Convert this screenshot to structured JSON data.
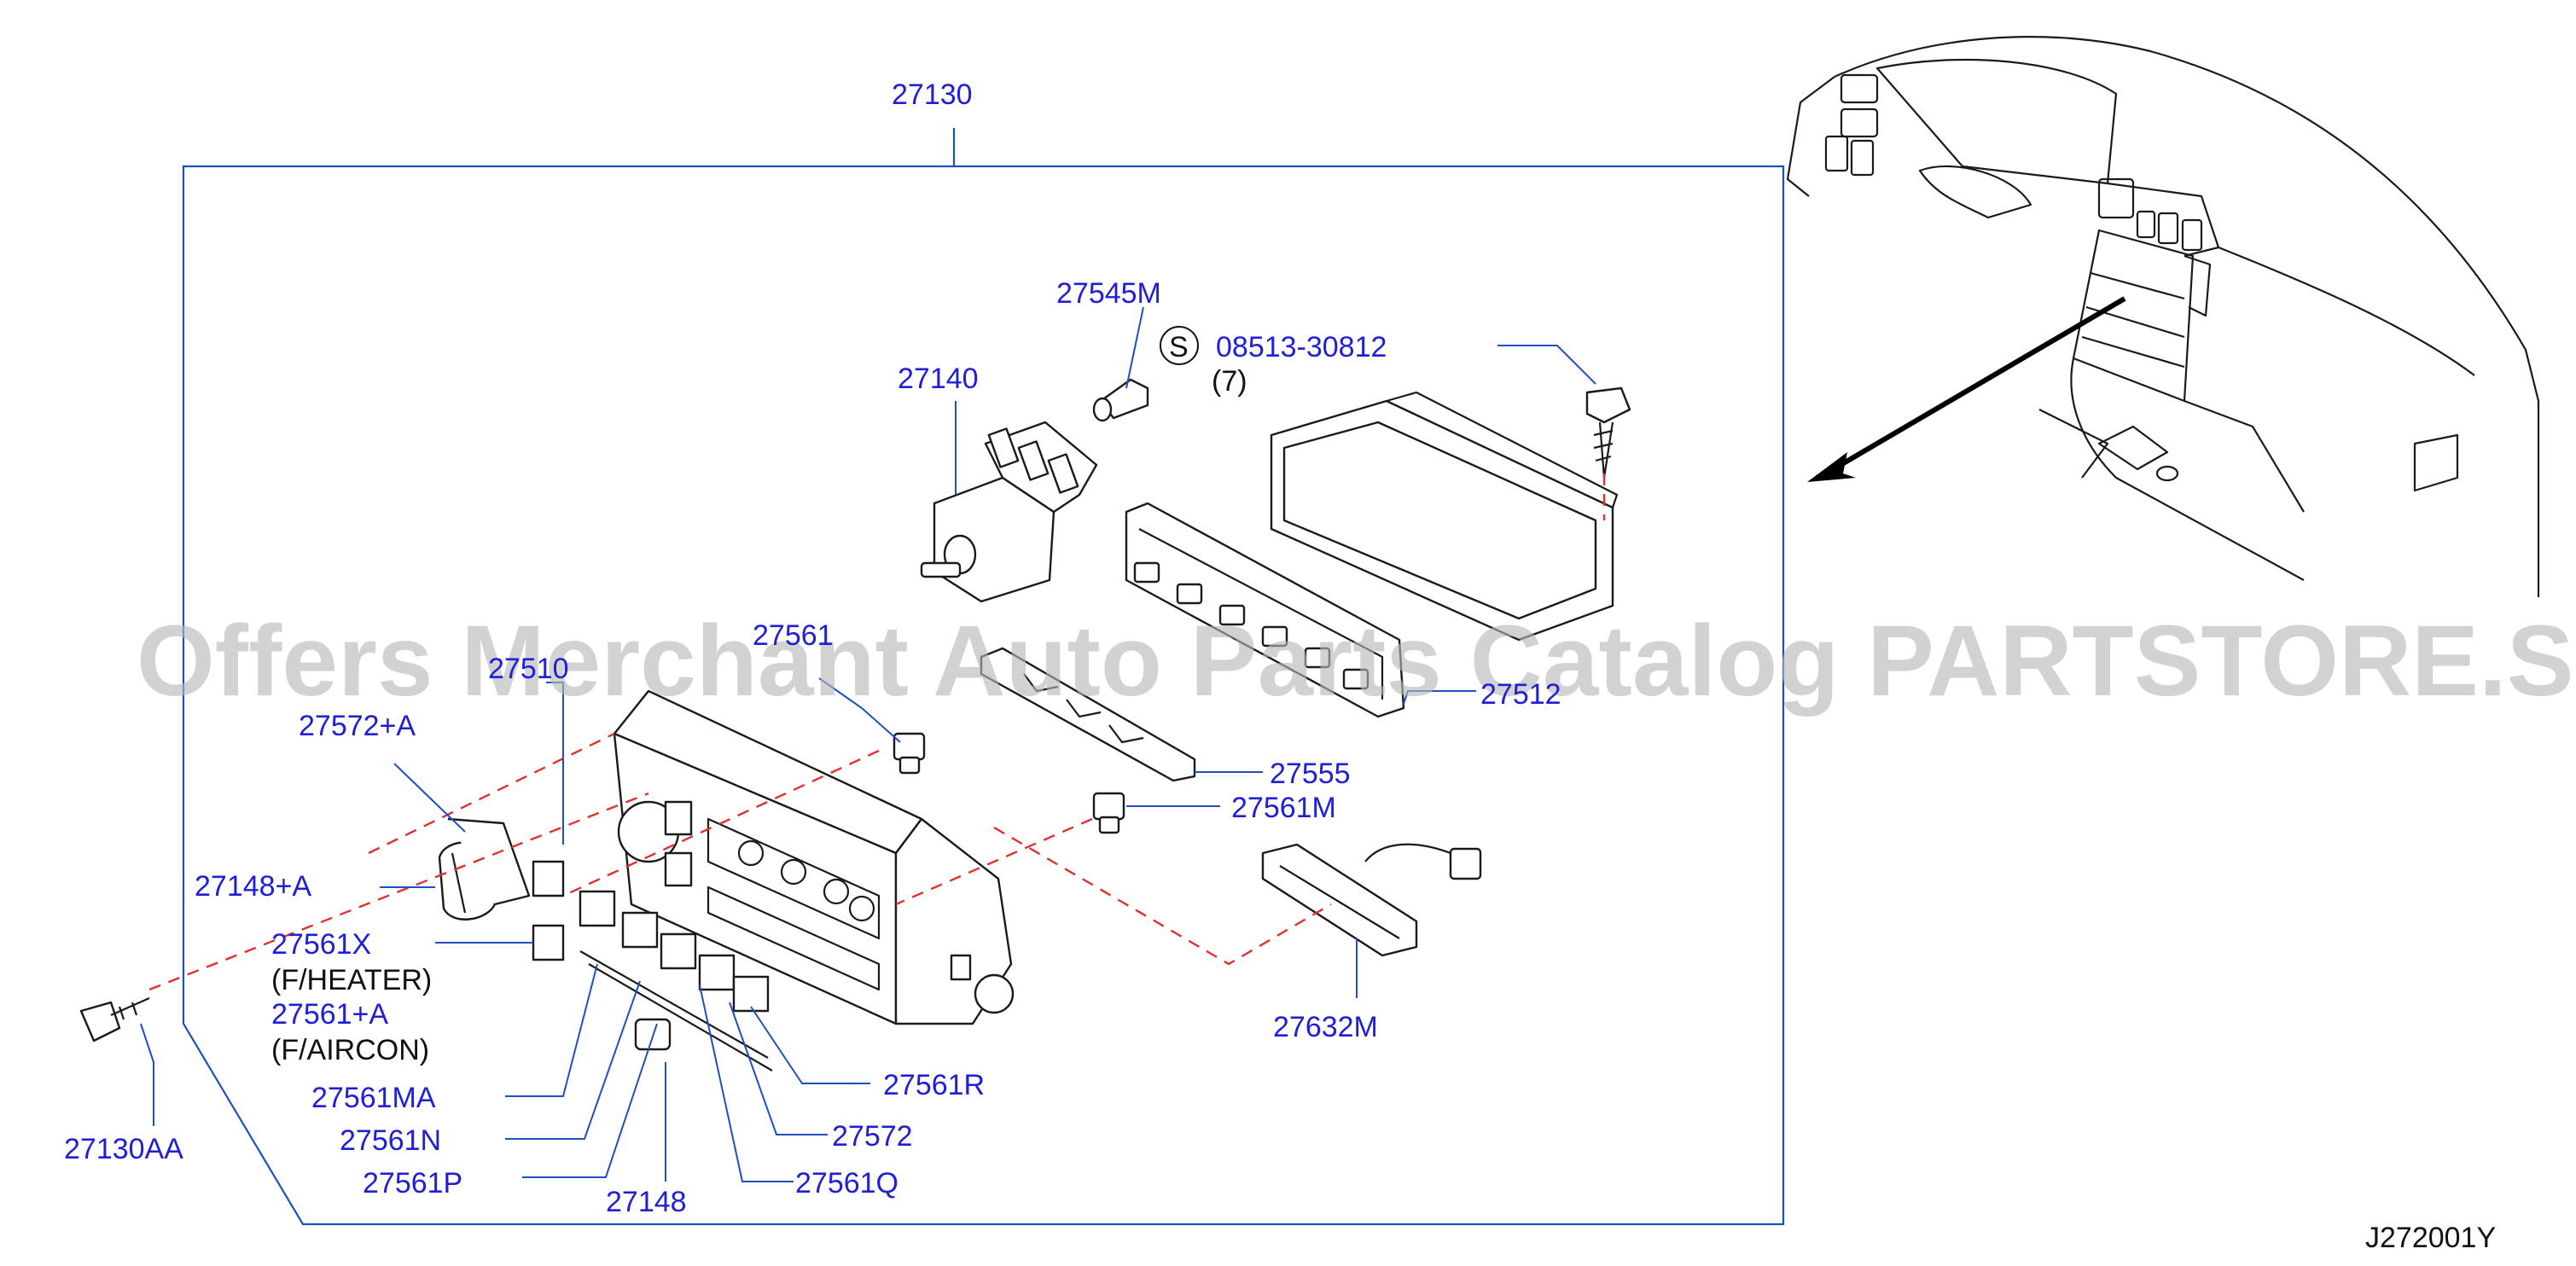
{
  "labels": {
    "p27130": "27130",
    "p27545m": "27545M",
    "s_symbol": "S",
    "p08513": "08513-30812",
    "qty7": "(7)",
    "p27140": "27140",
    "p27561": "27561",
    "p2751x": "27510",
    "p27572a": "27572+A",
    "p27148a": "27148+A",
    "p27561x": "27561X",
    "fheater": "(F/HEATER)",
    "p27561a": "27561+A",
    "faircon": "(F/AIRCON)",
    "p27561ma": "27561MA",
    "p27561n": "27561N",
    "p27561p": "27561P",
    "p27148": "27148",
    "p27561q": "27561Q",
    "p27572": "27572",
    "p27561r": "27561R",
    "p27130aa": "27130AA",
    "p27512": "27512",
    "p27555": "27555",
    "p27561m": "27561M",
    "p27632m": "27632M",
    "diagram_code": "J272001Y"
  },
  "watermark": "Offers Merchant Auto Parts Catalog PARTSTORE.SA",
  "colors": {
    "label": "#1f1fd6",
    "leader": "#1f4fbf",
    "dashed": "#e03030",
    "outline": "#1a1a1a",
    "watermark": "#b8b8b8"
  }
}
